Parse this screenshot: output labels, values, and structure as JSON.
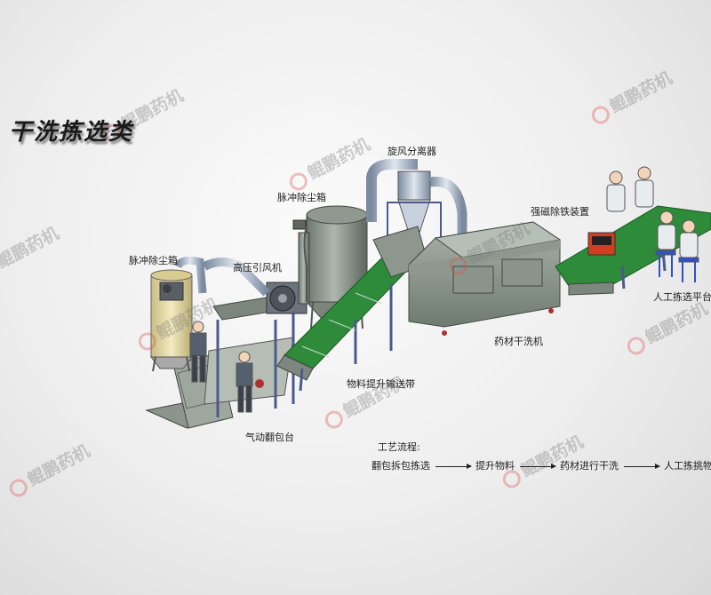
{
  "title": "干洗拣选类",
  "watermark": "鲲鹏药机",
  "labels": {
    "pulse_dust_box_right": "脉冲除尘箱",
    "cyclone": "旋风分离器",
    "pulse_dust_box_left": "脉冲除尘箱",
    "high_pressure_fan": "高压引风机",
    "magnetic_iron_remover": "强磁除铁装置",
    "conveyor": "物料提升输送带",
    "dry_washer": "药材干洗机",
    "pneumatic_bag_table": "气动翻包台",
    "manual_picking_platform": "人工拣选平台"
  },
  "process": {
    "title": "工艺流程:",
    "steps": [
      "翻包拆包拣选",
      "提升物料",
      "药材进行干洗",
      "人工拣挑物"
    ]
  },
  "colors": {
    "machine_gray": "#9aa39a",
    "machine_dark": "#5f6a60",
    "belt_green": "#2e8b3a",
    "frame_blue": "#4a5a8a",
    "dust_box_yellow": "#e8dca0"
  }
}
